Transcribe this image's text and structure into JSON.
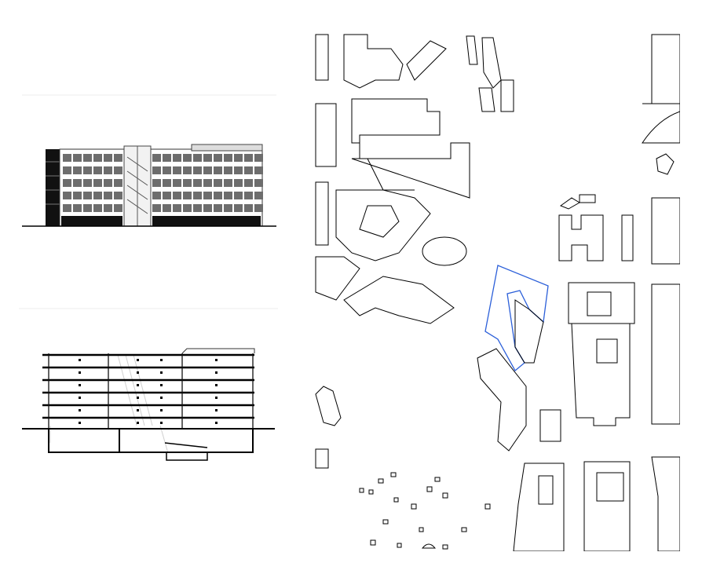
{
  "drawings": {
    "elevation": {
      "kind": "building-elevation-drawing"
    },
    "section": {
      "kind": "building-section-drawing"
    },
    "site_plan": {
      "kind": "site-plan-figure-ground",
      "highlight_color": "#2b5fd9",
      "outline_color": "#000000"
    }
  }
}
